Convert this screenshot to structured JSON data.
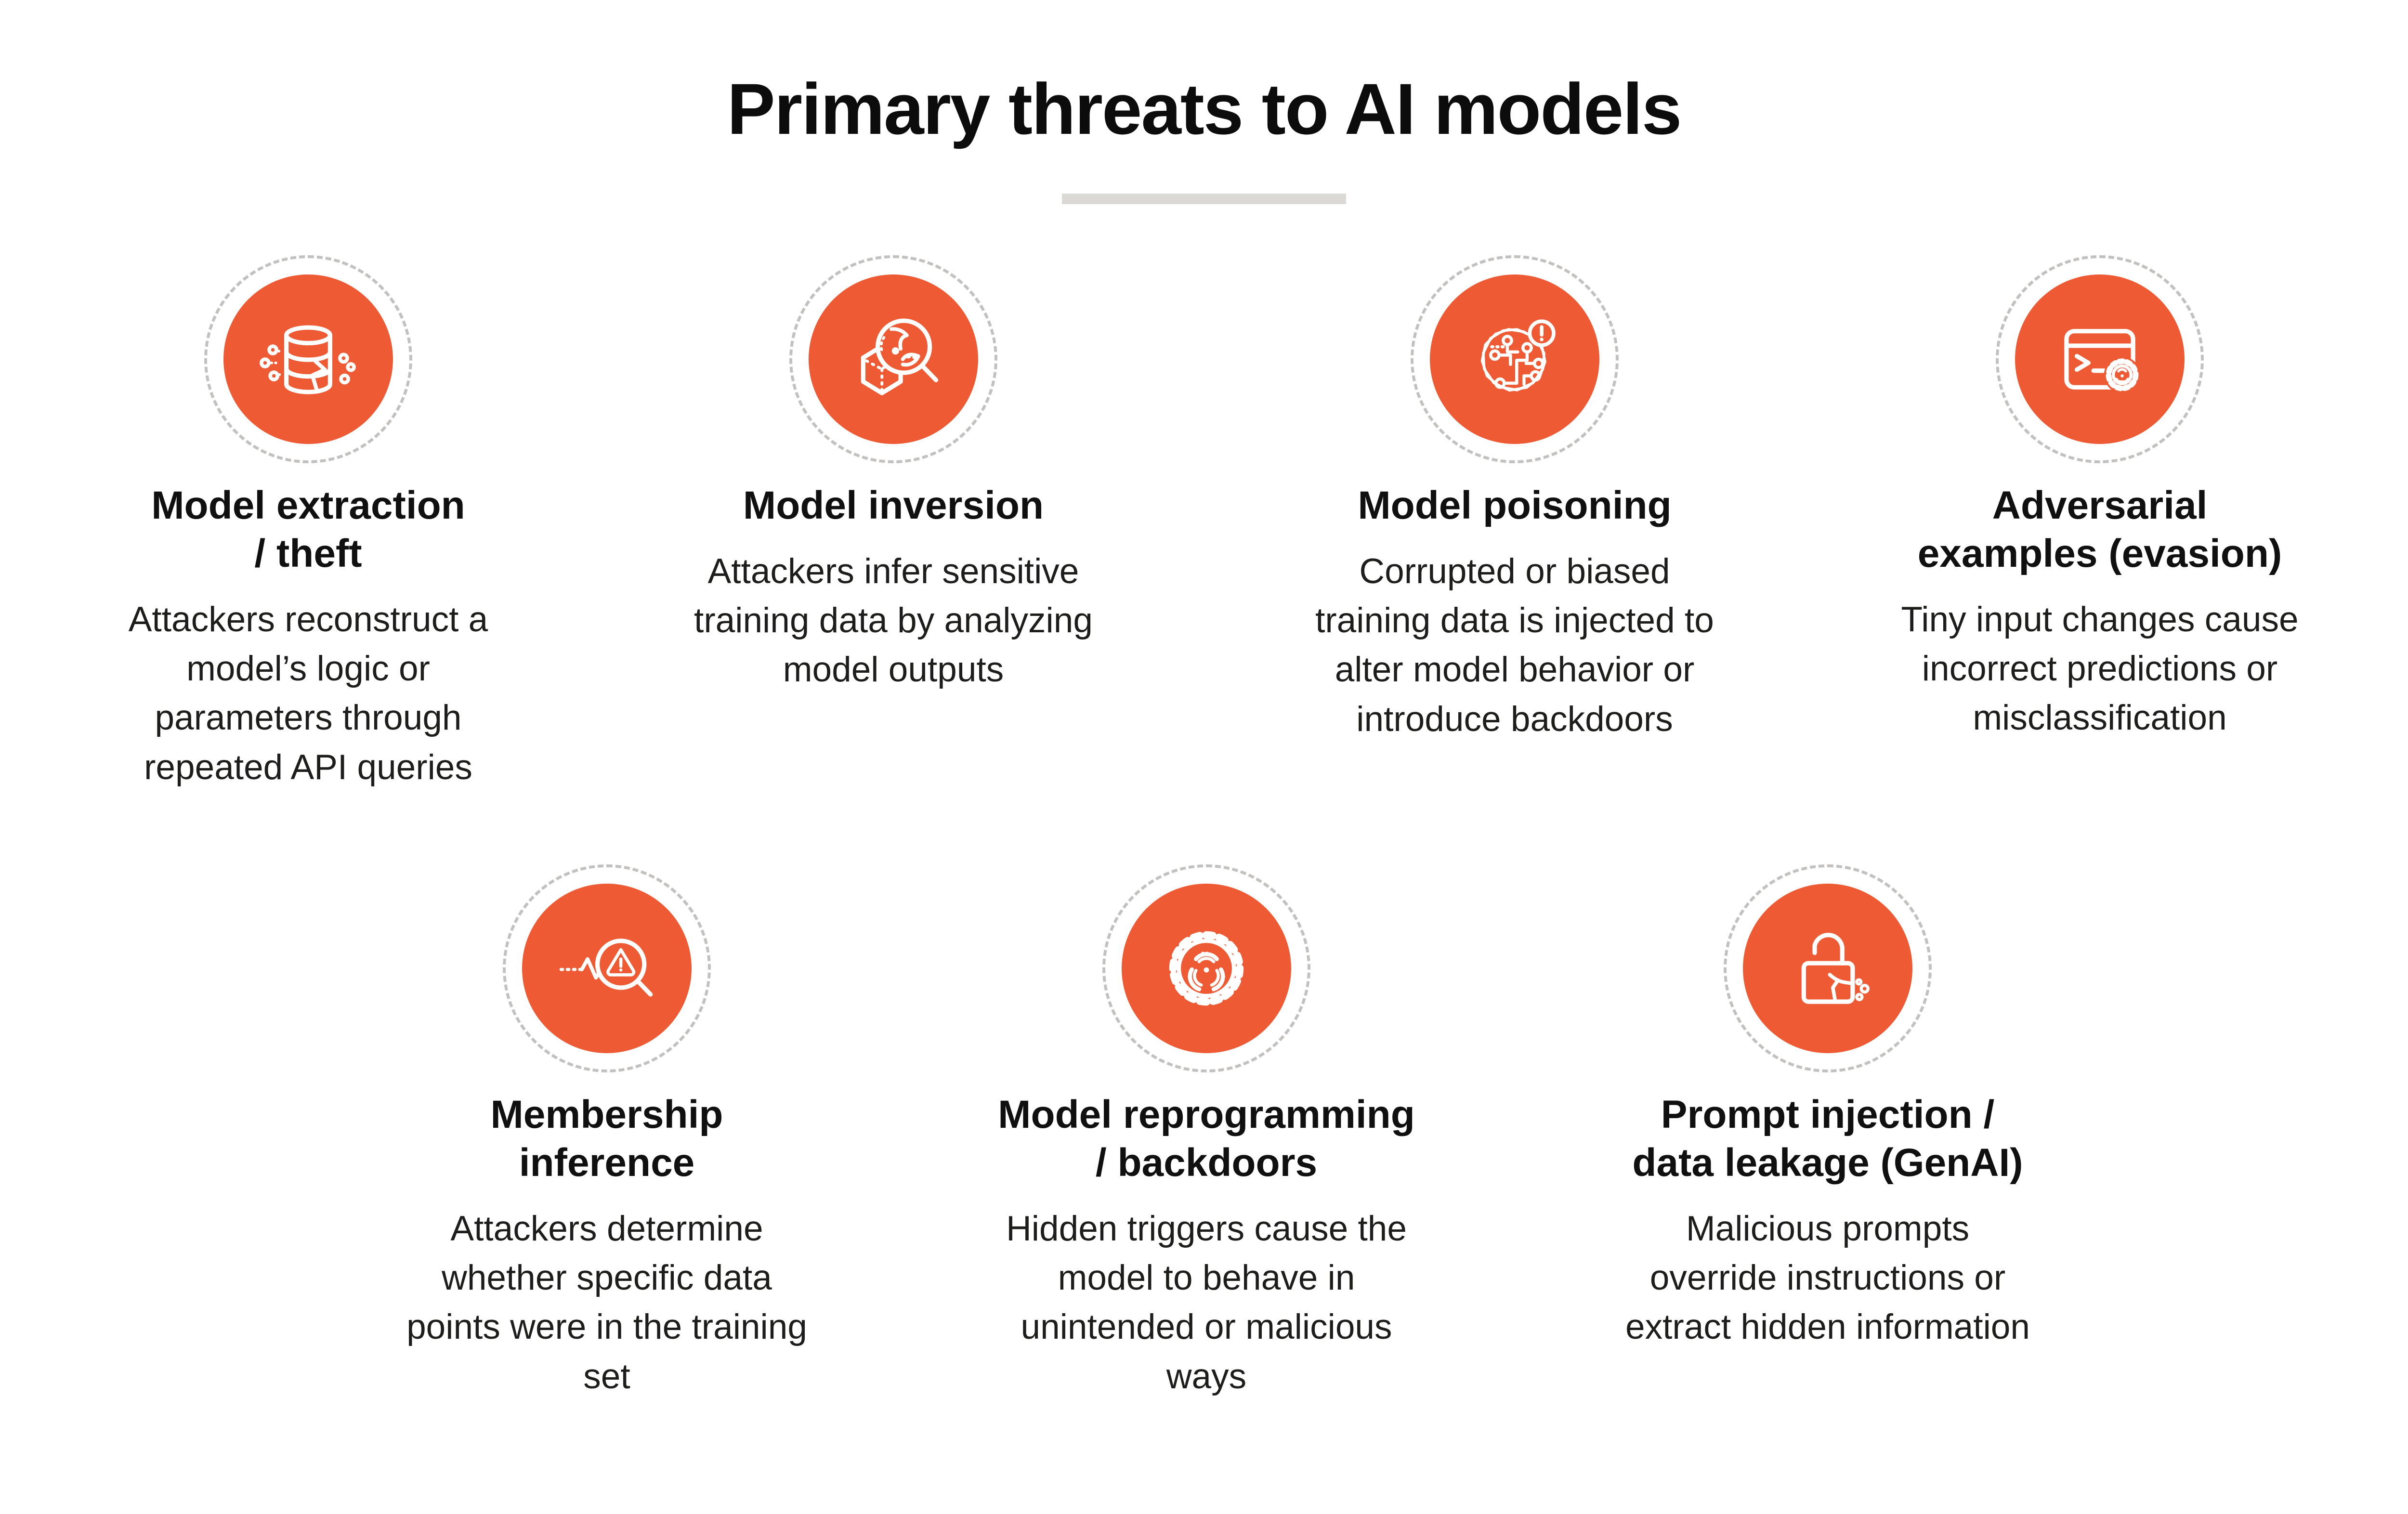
{
  "page": {
    "title": "Primary threats to AI models"
  },
  "colors": {
    "accent_orange": "#ED5A33",
    "ring_gray": "#C2C1BF",
    "divider_gray": "#DBD9D6",
    "title_black": "#0C0C0C",
    "body_text": "#1D1D1B",
    "background": "#FFFFFF",
    "icon_stroke": "#FFFFFF"
  },
  "threats": [
    {
      "icon": "database-crack-icon",
      "title": "Model extraction\n/ theft",
      "description": "Attackers reconstruct a\nmodel’s logic or\nparameters through\nrepeated API queries"
    },
    {
      "icon": "magnifier-cube-icon",
      "title": "Model inversion",
      "description": "Attackers infer sensitive\ntraining data by analyzing\nmodel outputs"
    },
    {
      "icon": "circuit-brain-alert-icon",
      "title": "Model poisoning",
      "description": "Corrupted or biased\ntraining data is injected to\nalter model behavior or\nintroduce backdoors"
    },
    {
      "icon": "terminal-biohazard-icon",
      "title": "Adversarial\nexamples (evasion)",
      "description": "Tiny input changes cause\nincorrect predictions or\nmisclassification"
    },
    {
      "icon": "pulse-magnifier-warning-icon",
      "title": "Membership\ninference",
      "description": "Attackers determine\nwhether specific data\npoints were in the training\nset"
    },
    {
      "icon": "gear-biohazard-icon",
      "title": "Model reprogramming\n/ backdoors",
      "description": "Hidden triggers cause the\nmodel to behave in\nunintended or malicious\nways"
    },
    {
      "icon": "broken-padlock-icon",
      "title": "Prompt injection /\ndata leakage (GenAI)",
      "description": "Malicious prompts\noverride instructions or\nextract hidden information"
    }
  ]
}
